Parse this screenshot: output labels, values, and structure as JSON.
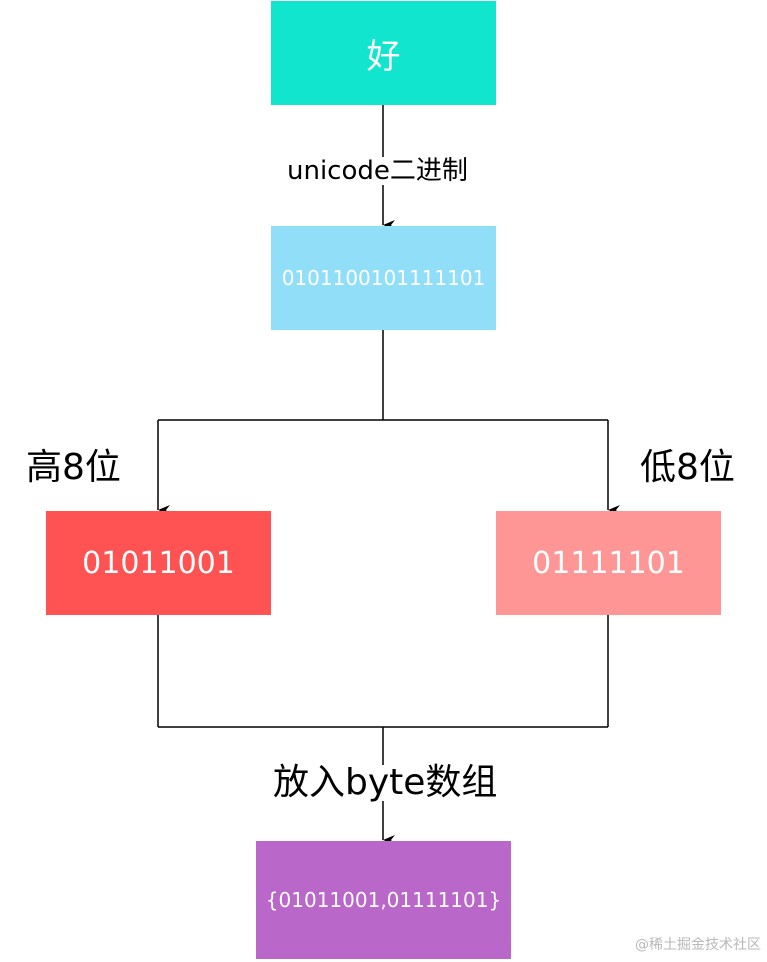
{
  "nodes": {
    "char": {
      "text": "好",
      "color": "#11E5CE"
    },
    "binary": {
      "text": "0101100101111101",
      "color": "#90DEF8"
    },
    "high": {
      "text": "01011001",
      "color": "#FF5252"
    },
    "low": {
      "text": "01111101",
      "color": "#FF9696"
    },
    "array": {
      "text": "{01011001,01111101}",
      "color": "#B967C9"
    }
  },
  "labels": {
    "unicode": "unicode二进制",
    "high": "高8位",
    "low": "低8位",
    "array": "放入byte数组"
  },
  "watermark": "@稀土掘金技术社区"
}
